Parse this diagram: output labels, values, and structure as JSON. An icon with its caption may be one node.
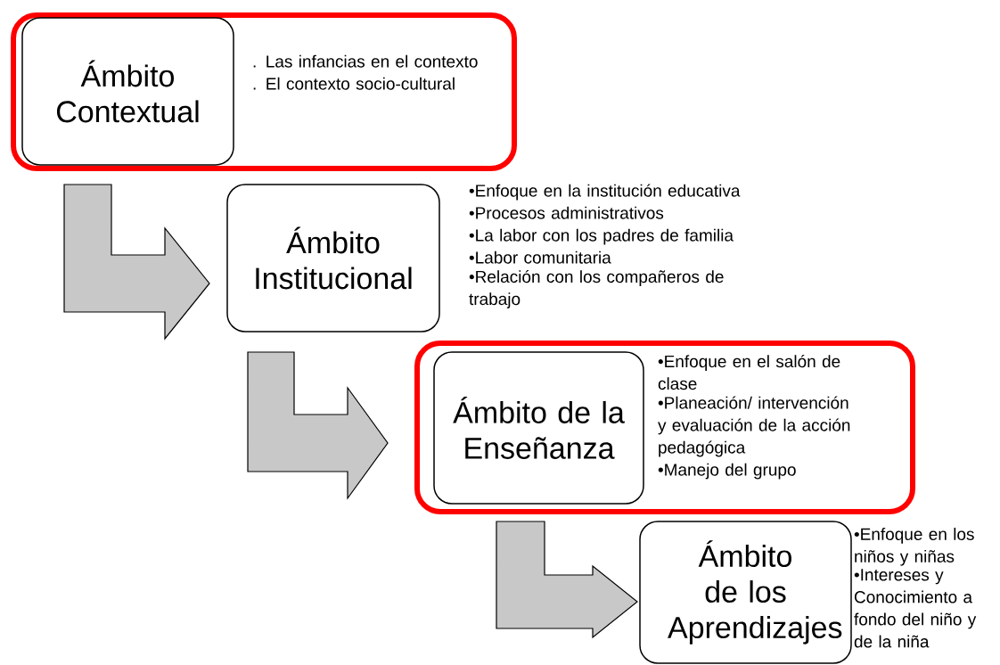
{
  "diagram": {
    "nodes": [
      {
        "text": [],
        "shape": "box"
      },
      {
        "text": [
          "Ámbito Contextual"
        ],
        "in": 0,
        "beside": [
          ". Las infancias en el contexto",
          ". El contexto socio-cultural"
        ]
      },
      {
        "text": [
          "Ámbito Institucional"
        ],
        "beside": [
          "•Enfoque en la institución educativa",
          "•Procesos administrativos",
          "•La labor con los padres de familia",
          "•Labor comunitaria",
          "•Relación con los compañeros de trabajo"
        ]
      },
      {
        "text": [],
        "shape": "box"
      },
      {
        "text": [
          "Ámbito de la Enseñanza"
        ],
        "in": 3,
        "beside": [
          "•Enfoque en el salón de clase",
          "•Planeación/ intervención y evaluación de la acción pedagógica",
          "•Manejo del grupo"
        ]
      },
      {
        "text": [
          "Ámbito de los Aprendizajes"
        ],
        "beside": [
          "•Enfoque en los niños y niñas",
          "•Intereses y Conocimiento a fondo del niño y de la niña"
        ]
      }
    ],
    "edges": [
      {
        "from": 1,
        "to": 2,
        "arrow": "to"
      },
      {
        "from": 2,
        "to": 4,
        "arrow": "to"
      },
      {
        "from": 4,
        "to": 5,
        "arrow": "to"
      }
    ]
  }
}
